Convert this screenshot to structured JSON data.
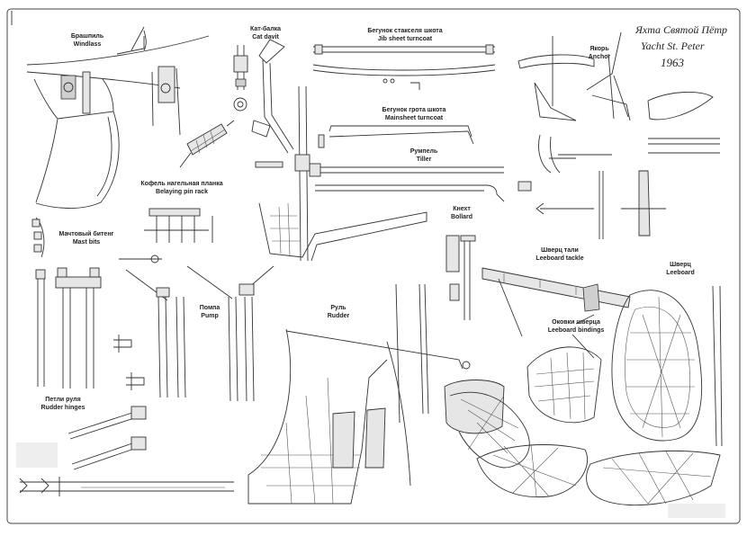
{
  "title": {
    "ru": "Яхта Святой Пётр",
    "en": "Yacht St. Peter",
    "year": "1963"
  },
  "parts": [
    {
      "key": "windlass",
      "ru": "Брашпиль",
      "en": "Windlass"
    },
    {
      "key": "cat_davit",
      "ru": "Кат-балка",
      "en": "Cat davit"
    },
    {
      "key": "jib_sheet_turncoat",
      "ru": "Бегунок стакселя шкота",
      "en": "Jib sheet turncoat"
    },
    {
      "key": "anchor",
      "ru": "Якорь",
      "en": "Anchor"
    },
    {
      "key": "mainsheet_turncoat",
      "ru": "Бегунок грота шкота",
      "en": "Mainsheet turncoat"
    },
    {
      "key": "tiller",
      "ru": "Румпель",
      "en": "Tiller"
    },
    {
      "key": "belaying_pin_rack",
      "ru": "Кофель нагельная планка",
      "en": "Belaying pin rack"
    },
    {
      "key": "bollard",
      "ru": "Кнехт",
      "en": "Bollard"
    },
    {
      "key": "mast_bits",
      "ru": "Мачтовый битенг",
      "en": "Mast bits"
    },
    {
      "key": "leeboard_tackle",
      "ru": "Шверц тали",
      "en": "Leeboard tackle"
    },
    {
      "key": "leeboard",
      "ru": "Шверц",
      "en": "Leeboard"
    },
    {
      "key": "pump",
      "ru": "Помпа",
      "en": "Pump"
    },
    {
      "key": "rudder",
      "ru": "Руль",
      "en": "Rudder"
    },
    {
      "key": "leeboard_bindings",
      "ru": "Оковки шверца",
      "en": "Leeboard bindings"
    },
    {
      "key": "rudder_hinges",
      "ru": "Петли руля",
      "en": "Rudder hinges"
    }
  ]
}
